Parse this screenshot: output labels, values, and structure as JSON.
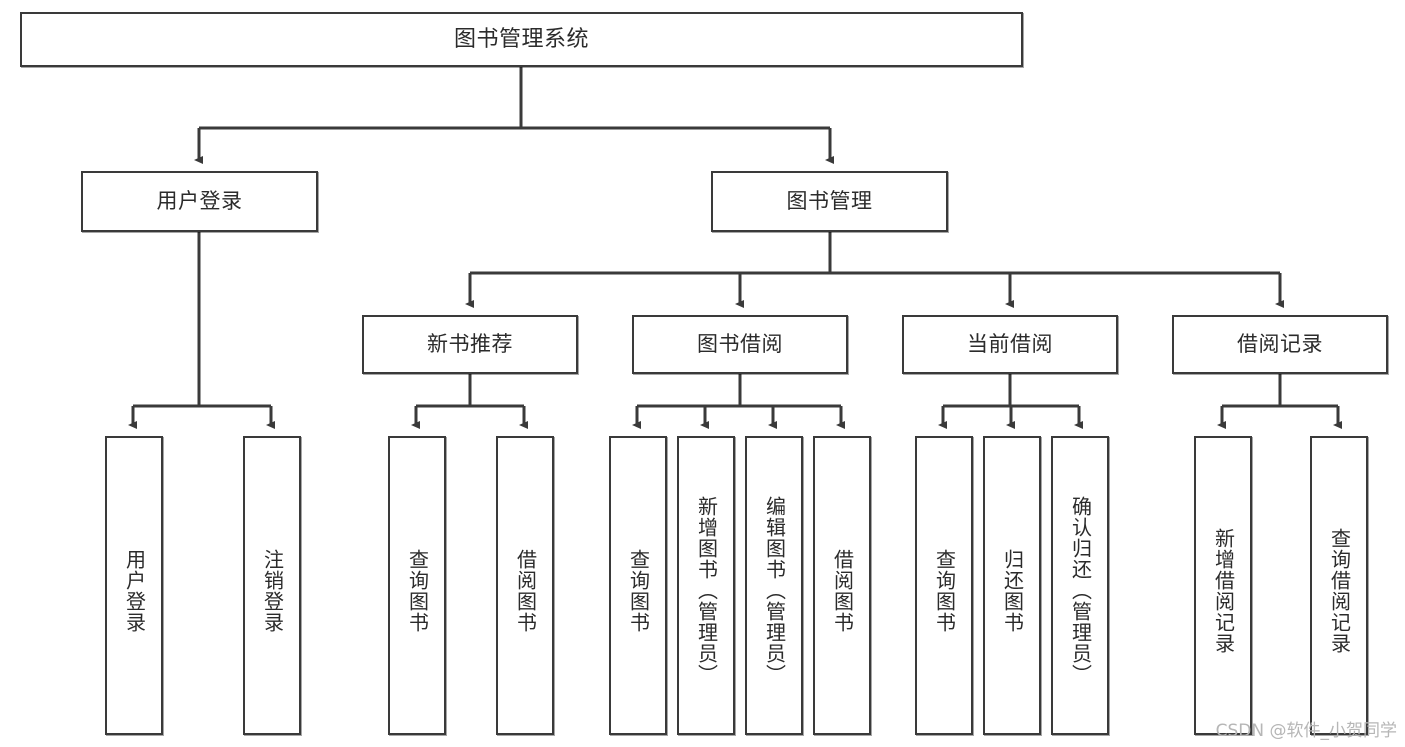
{
  "diagram": {
    "type": "tree",
    "title": "图书管理系统",
    "watermark": "CSDN @软件_小贺同学",
    "line_color": "#3a3a3a",
    "box_fill": "#ffffff",
    "text_color": "#2b2b2b"
  },
  "nodes": {
    "root": {
      "label": "图书管理系统"
    },
    "level2": [
      {
        "label": "用户登录"
      },
      {
        "label": "图书管理"
      }
    ],
    "level3": [
      {
        "label": "新书推荐"
      },
      {
        "label": "图书借阅"
      },
      {
        "label": "当前借阅"
      },
      {
        "label": "借阅记录"
      }
    ],
    "leaves": {
      "user_login": [
        {
          "label": "用户登录"
        },
        {
          "label": "注销登录"
        }
      ],
      "new_book": [
        {
          "label": "查询图书"
        },
        {
          "label": "借阅图书"
        }
      ],
      "book_borrow": [
        {
          "label": "查询图书"
        },
        {
          "label": "新增图书（管理员）"
        },
        {
          "label": "编辑图书（管理员）"
        },
        {
          "label": "借阅图书"
        }
      ],
      "current_borrow": [
        {
          "label": "查询图书"
        },
        {
          "label": "归还图书"
        },
        {
          "label": "确认归还（管理员）"
        }
      ],
      "borrow_record": [
        {
          "label": "新增借阅记录"
        },
        {
          "label": "查询借阅记录"
        }
      ]
    }
  }
}
